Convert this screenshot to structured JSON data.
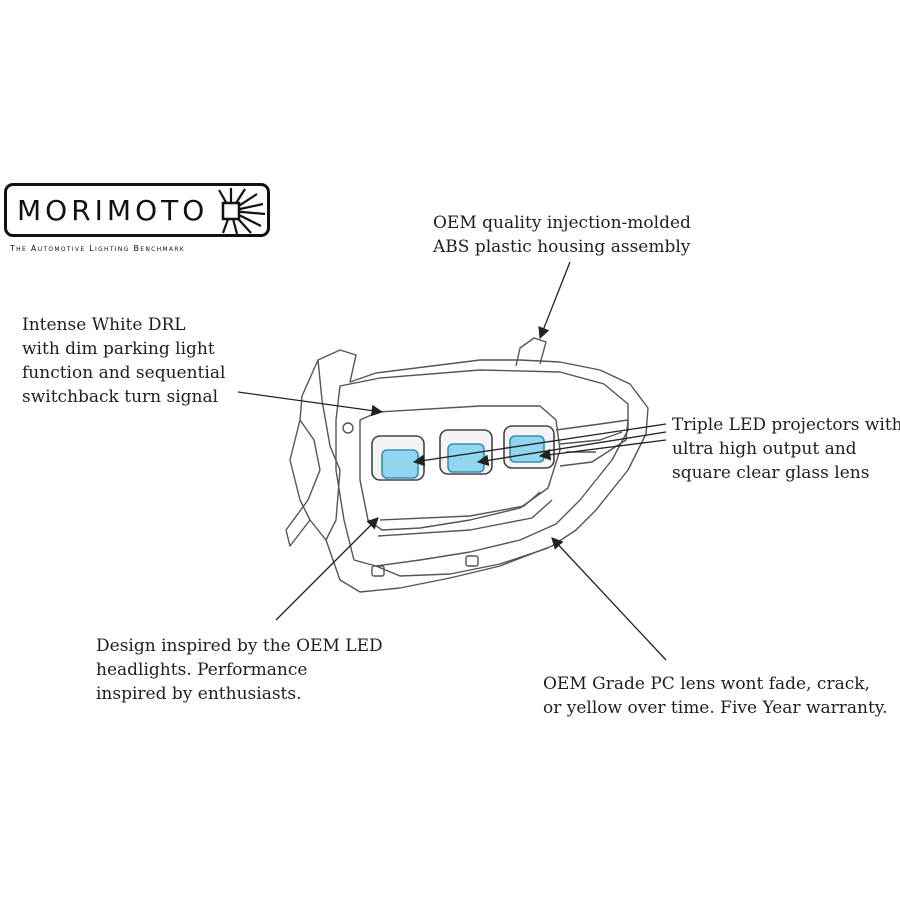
{
  "brand": {
    "name": "MORIMOTO",
    "tagline": "The Automotive Lighting Benchmark"
  },
  "callouts": {
    "housing": [
      "OEM quality injection-molded",
      "ABS plastic housing assembly"
    ],
    "drl": [
      "Intense White DRL",
      "with dim parking light",
      "function and sequential",
      "switchback turn signal"
    ],
    "projectors": [
      "Triple LED projectors with",
      "ultra high output and",
      "square clear glass lens"
    ],
    "design": [
      "Design inspired by the OEM LED",
      "headlights. Performance",
      "inspired by enthusiasts."
    ],
    "lens": [
      "OEM Grade PC lens wont fade, crack,",
      "or yellow over time. Five Year warranty."
    ]
  },
  "colors": {
    "projector_glass": "#8fd6ee",
    "line": "#222222"
  }
}
